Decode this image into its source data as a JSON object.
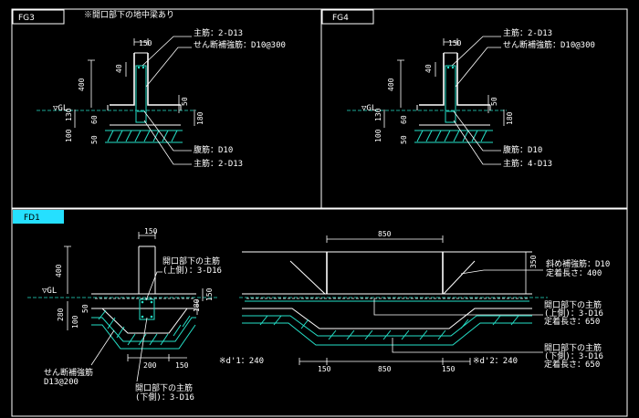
{
  "panels": {
    "fg3": {
      "tab": "FG3",
      "note": "※開口部下の地中梁あり",
      "dims": {
        "top": "150",
        "d40": "40",
        "d400": "400",
        "d50": "50",
        "d180": "180",
        "d130": "130",
        "d60": "60",
        "d100": "100",
        "d50b": "50"
      },
      "gl": "▽GL",
      "labels": [
        "主筋：2-D13",
        "せん断補強筋：D10@300",
        "腹筋：D10",
        "主筋：2-D13"
      ]
    },
    "fg4": {
      "tab": "FG4",
      "dims": {
        "top": "150",
        "d40": "40",
        "d400": "400",
        "d50": "50",
        "d180": "180",
        "d130": "130",
        "d60": "60",
        "d100": "100",
        "d50b": "50"
      },
      "gl": "▽GL",
      "labels": [
        "主筋：2-D13",
        "せん断補強筋：D10@300",
        "腹筋：D10",
        "主筋：4-D13"
      ]
    },
    "fd1": {
      "tab": "FD1",
      "gl": "▽GL",
      "left_dims": {
        "top": "150",
        "d400": "400",
        "d150": "150",
        "d180": "180",
        "d280": "280",
        "d100": "100",
        "d50": "50",
        "bottom_200": "200",
        "bottom_150": "150"
      },
      "left_labels": {
        "upper_main_1": "開口部下の主筋",
        "upper_main_2": "(上側)：3-D16",
        "shear_1": "せん断補強筋",
        "shear_2": "D13@200",
        "lower_main_1": "開口部下の主筋",
        "lower_main_2": "(下側)：3-D16"
      },
      "right_dims": {
        "top_850": "850",
        "d350": "350",
        "bottom_150a": "150",
        "bottom_850": "850",
        "bottom_150b": "150"
      },
      "right_labels": {
        "slant_1": "斜め補強筋：D10",
        "slant_2": "定着長さ：400",
        "upper_1": "開口部下の主筋",
        "upper_2": "(上側)：3-D16",
        "upper_3": "定着長さ：650",
        "lower_1": "開口部下の主筋",
        "lower_2": "(下側)：3-D16",
        "lower_3": "定着長さ：650",
        "d1": "※d'1：240",
        "d2": "※d'2：240"
      }
    }
  },
  "colors": {
    "background": "#000000",
    "lines": "#ffffff",
    "rebar": "#25e0c8",
    "active_tab": "#25e0ff"
  }
}
